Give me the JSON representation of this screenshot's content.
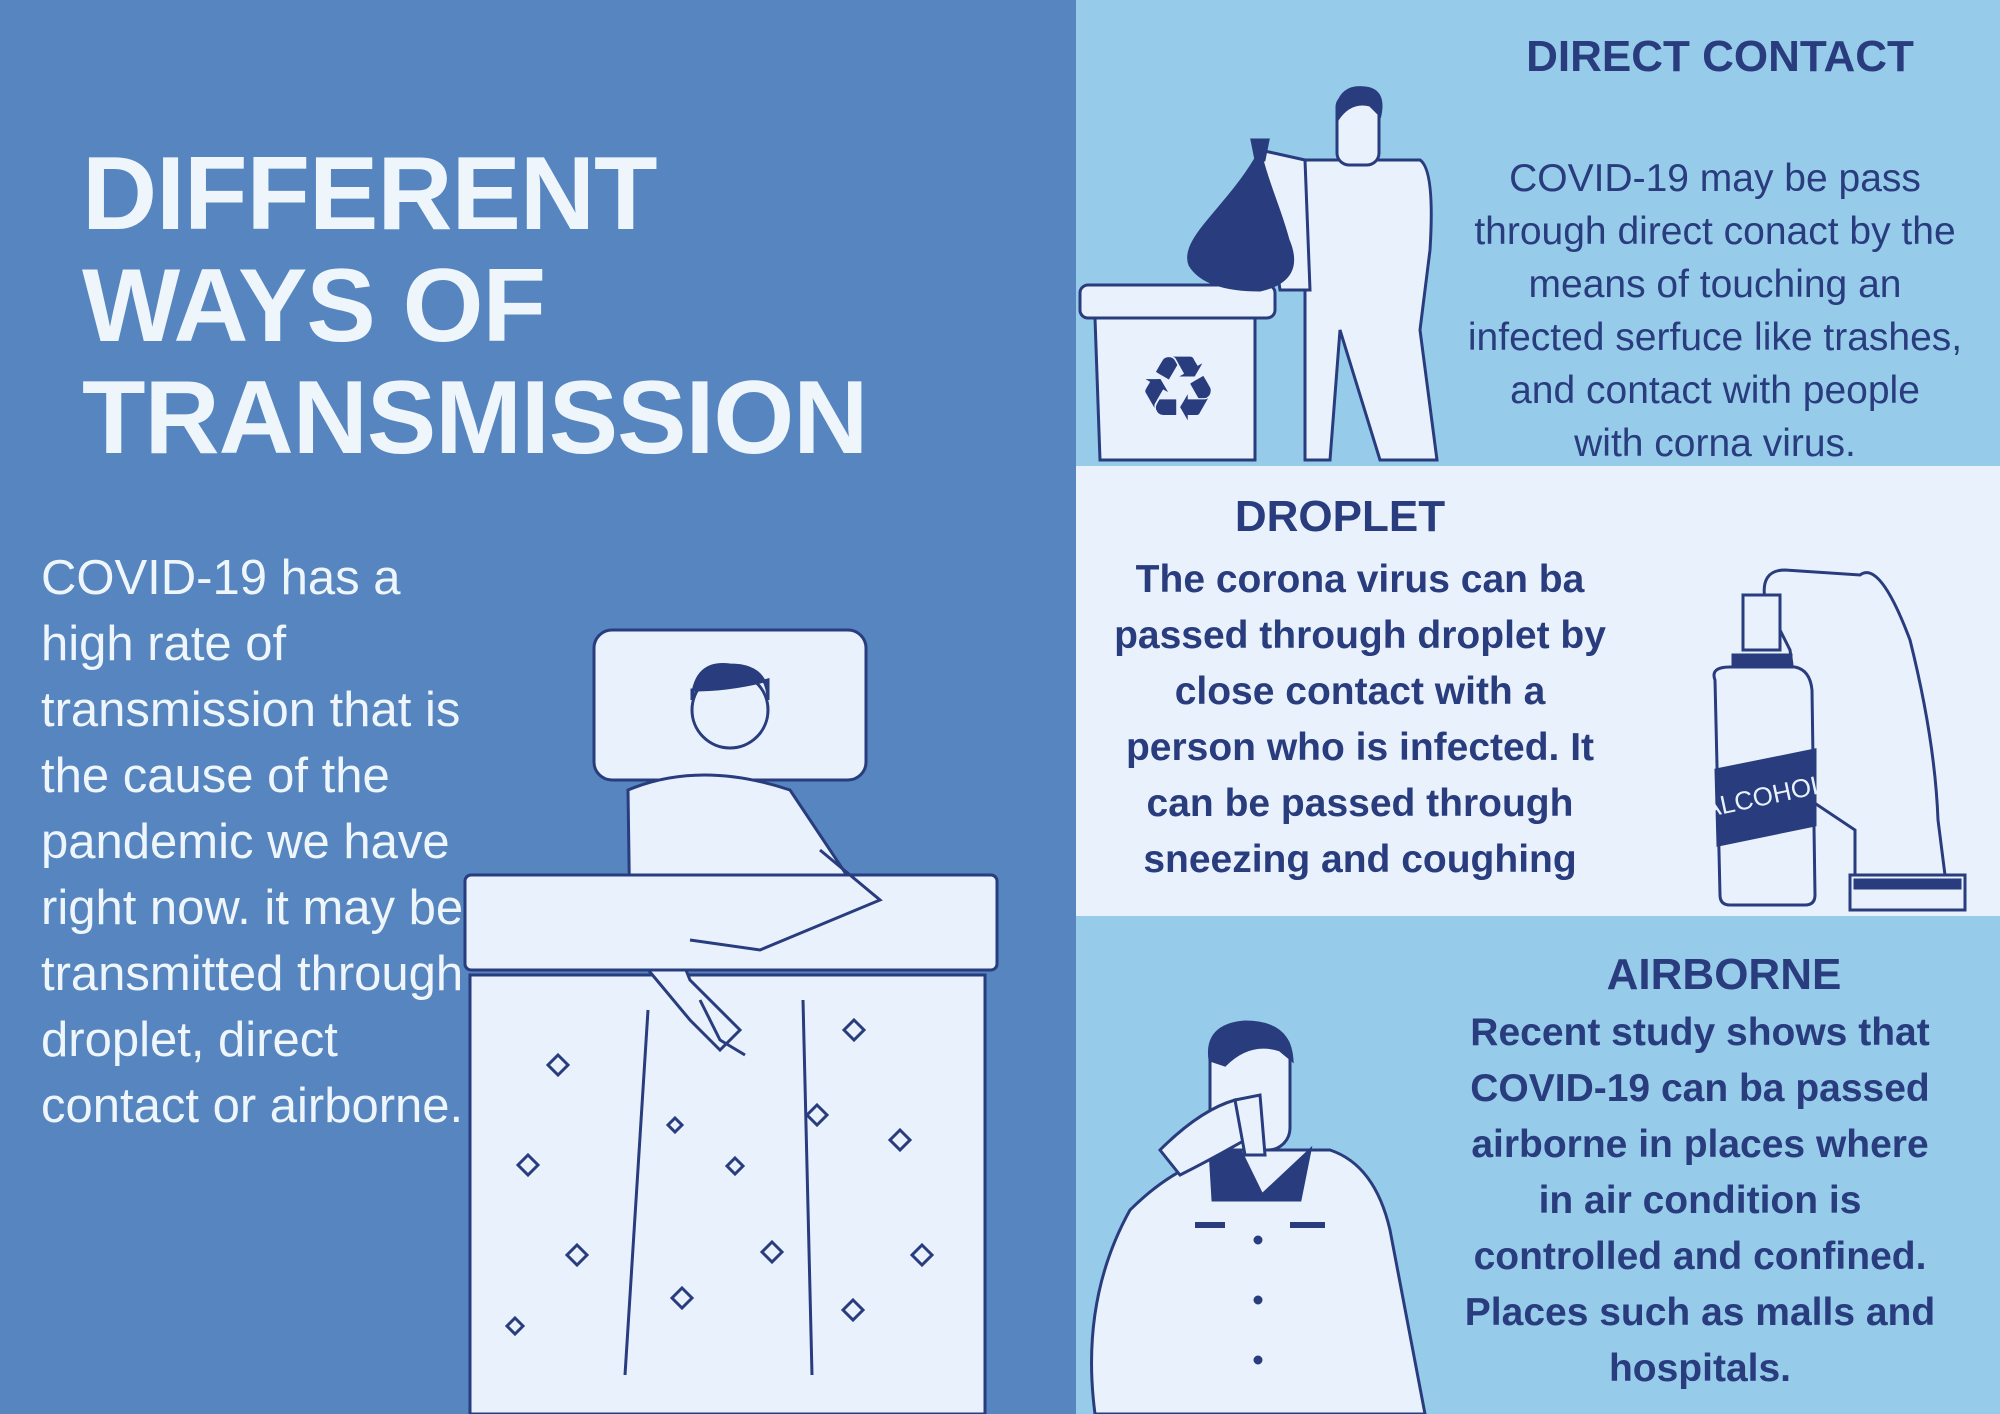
{
  "title": [
    "DIFFERENT",
    "WAYS OF",
    "TRANSMISSION"
  ],
  "intro": "COVID-19 has a high rate of transmission that is the cause of the pandemic we have right now. it may be transmitted through droplet, direct contact or airborne.",
  "sections": [
    {
      "heading": "DIRECT CONTACT",
      "lines": [
        "COVID-19 may be  pass",
        "through direct conact by the",
        "means of touching an",
        "infected serfuce like trashes,",
        "and contact with people",
        "with corna virus."
      ]
    },
    {
      "heading": "DROPLET",
      "lines": [
        "The corona virus can ba",
        "passed through droplet by",
        "close contact with a",
        "person who is infected. It",
        "can be passed through",
        "sneezing and coughing"
      ],
      "bottle_label": "ALCOHOL"
    },
    {
      "heading": "AIRBORNE",
      "lines": [
        "Recent study shows that",
        "COVID-19 can ba passed",
        "airborne in places where",
        "in air condition is",
        "controlled and confined.",
        "Places such as malls and",
        "hospitals."
      ]
    }
  ],
  "colors": {
    "left_bg": "#5685bf",
    "light_blue": "#97cbea",
    "pale": "#e9f2fc",
    "navy": "#283c7e"
  }
}
